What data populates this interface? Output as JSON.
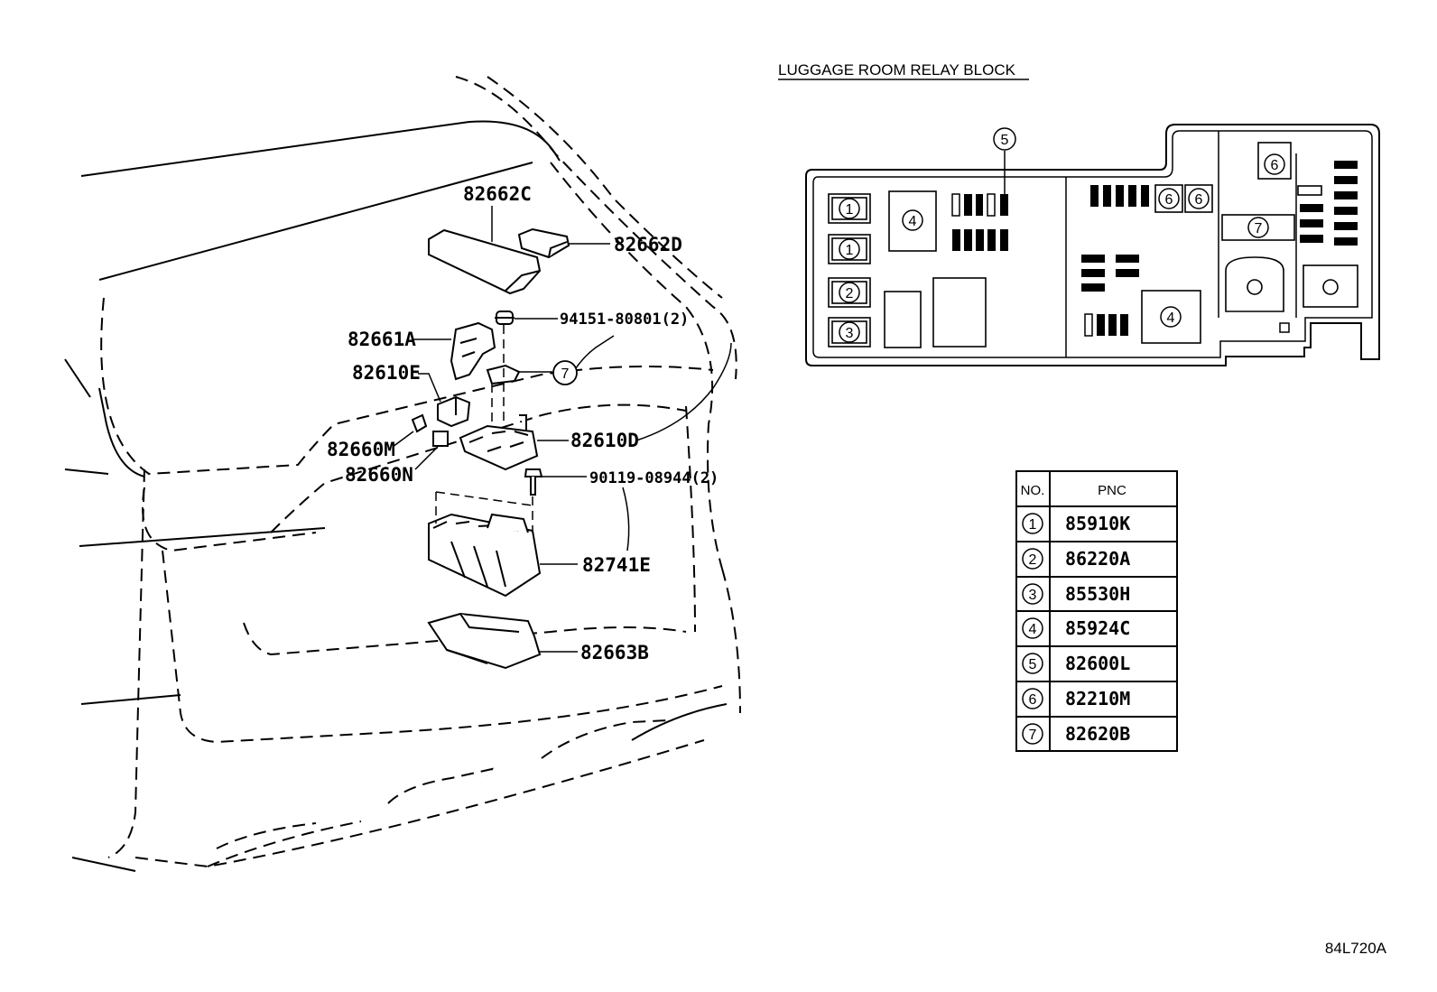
{
  "relay_block_title": "LUGGAGE ROOM RELAY BLOCK",
  "part_labels": {
    "p82662C": "82662C",
    "p82662D": "82662D",
    "p94151": "94151-80801(2)",
    "p82661A": "82661A",
    "p82610E": "82610E",
    "p82610D": "82610D",
    "p82660M": "82660M",
    "p82660N": "82660N",
    "p90119": "90119-08944(2)",
    "p82741E": "82741E",
    "p82663B": "82663B",
    "callout_7": "7"
  },
  "relay_numbers": {
    "n1a": "1",
    "n1b": "1",
    "n2": "2",
    "n3": "3",
    "n4a": "4",
    "n4b": "4",
    "n5": "5",
    "n6a": "6",
    "n6b": "6",
    "n6c": "6",
    "n7": "7"
  },
  "table": {
    "header_no": "NO.",
    "header_pnc": "PNC",
    "rows": [
      {
        "no": "1",
        "pnc": "85910K"
      },
      {
        "no": "2",
        "pnc": "86220A"
      },
      {
        "no": "3",
        "pnc": "85530H"
      },
      {
        "no": "4",
        "pnc": "85924C"
      },
      {
        "no": "5",
        "pnc": "82600L"
      },
      {
        "no": "6",
        "pnc": "82210M"
      },
      {
        "no": "7",
        "pnc": "82620B"
      }
    ]
  },
  "figure_ref": "84L720A"
}
